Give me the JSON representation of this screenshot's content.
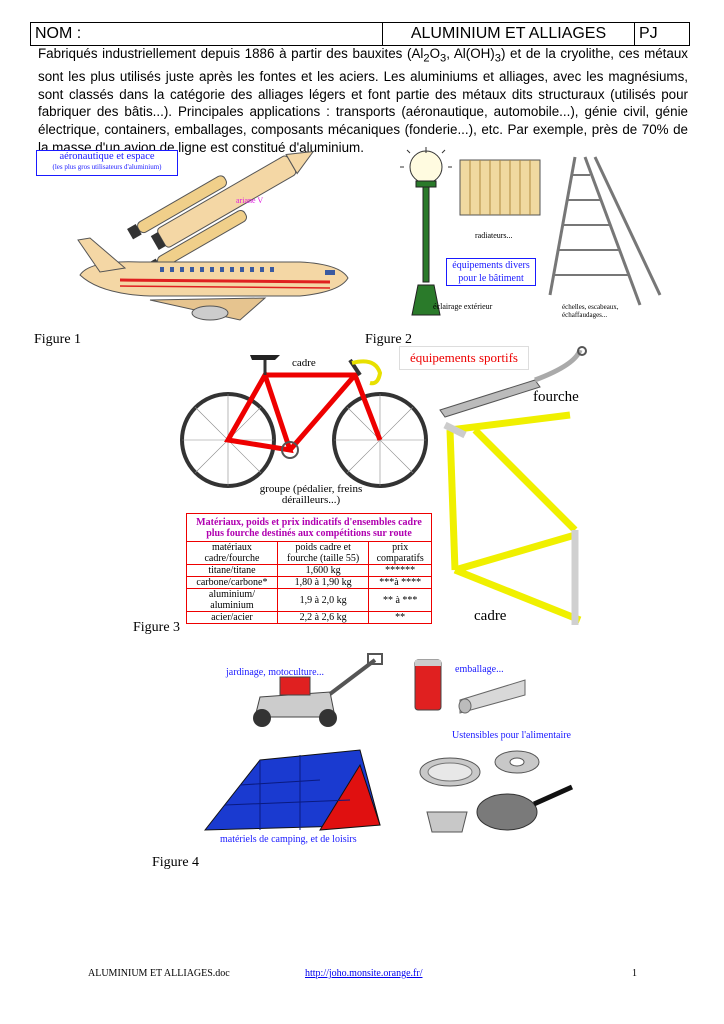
{
  "header": {
    "name_label": "NOM :",
    "title": "ALUMINIUM ET ALLIAGES",
    "code": "PJ"
  },
  "intro": {
    "p1": "Fabriqués industriellement depuis 1886 à partir des bauxites (Al",
    "sub1": "2",
    "p2": "O",
    "sub2": "3",
    "p3": ", Al(OH)",
    "sub3": "3",
    "p4": ") et de la cryolithe, ces métaux sont les plus utilisés juste après les fontes et les aciers. Les aluminiums et alliages, avec les magnésiums, sont classés dans la catégorie des alliages légers et font partie des métaux dits structuraux (utilisés pour fabriquer des bâtis...). Principales applications : transports (aéronautique, automobile...), génie civil, génie électrique, containers, emballages, composants mécaniques (fonderie...), etc. Par exemple, près de 70% de la masse d'un avion de ligne est constitué d'aluminium."
  },
  "figure1": {
    "box_title": "aéronautique et espace",
    "box_sub": "(les plus gros utilisateurs d'aluminium)",
    "rocket_label": "ariane V",
    "caption": "Figure 1"
  },
  "figure2": {
    "radiator_label": "radiateurs...",
    "box_line1": "équipements divers",
    "box_line2": "pour le bâtiment",
    "lamp_label": "éclairage extérieur",
    "ladder_label1": "échelles, escabeaux,",
    "ladder_label2": "échaffaudages...",
    "caption": "Figure 2"
  },
  "figure3": {
    "sport_box": "équipements sportifs",
    "cadre_label": "cadre",
    "groupe_label1": "groupe (pédalier, freins",
    "groupe_label2": "dérailleurs...)",
    "fourche_label": "fourche",
    "cadre_label2": "cadre",
    "caption": "Figure 3",
    "table": {
      "caption1": "Matériaux, poids et prix indicatifs d'ensembles cadre",
      "caption2": "plus fourche destinés aux compétitions sur route",
      "headers": [
        "matériaux cadre/fourche",
        "poids cadre et fourche (taille 55)",
        "prix comparatifs"
      ],
      "rows": [
        [
          "titane/titane",
          "1,600 kg",
          "******"
        ],
        [
          "carbone/carbone*",
          "1,80  à 1,90 kg",
          "***à ****"
        ],
        [
          "aluminium/ aluminium",
          "1,9 à 2,0 kg",
          "**  à  ***"
        ],
        [
          "acier/acier",
          "2,2 à 2,6 kg",
          "**"
        ]
      ]
    }
  },
  "figure4": {
    "garden_label": "jardinage, motoculture...",
    "pack_label": "emballage...",
    "kitchen_label": "Ustensibles pour l'alimentaire",
    "camping_label": "matériels de camping, et de loisirs",
    "caption": "Figure 4"
  },
  "footer": {
    "doc": "ALUMINIUM ET ALLIAGES.doc",
    "url": "http://joho.monsite.orange.fr/",
    "page": "1"
  },
  "colors": {
    "label_blue": "#1a1aff",
    "table_red": "#e00000",
    "caption_purple": "#b000b0"
  }
}
